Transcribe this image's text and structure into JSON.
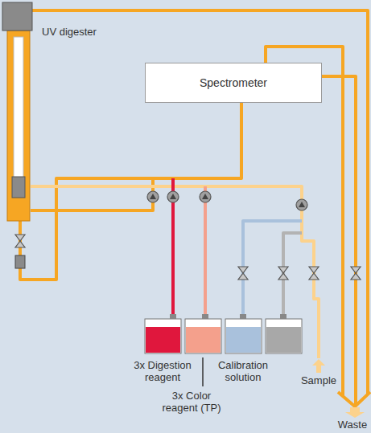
{
  "diagram": {
    "nodes": [
      {
        "text": [
          "UV digester"
        ]
      },
      {
        "text": [
          "Spectrometer"
        ]
      }
    ],
    "labels": [
      "3x Digestion reagent",
      "3x Color reagent (TP)",
      "Calibration solution",
      "Sample",
      "Waste"
    ]
  }
}
